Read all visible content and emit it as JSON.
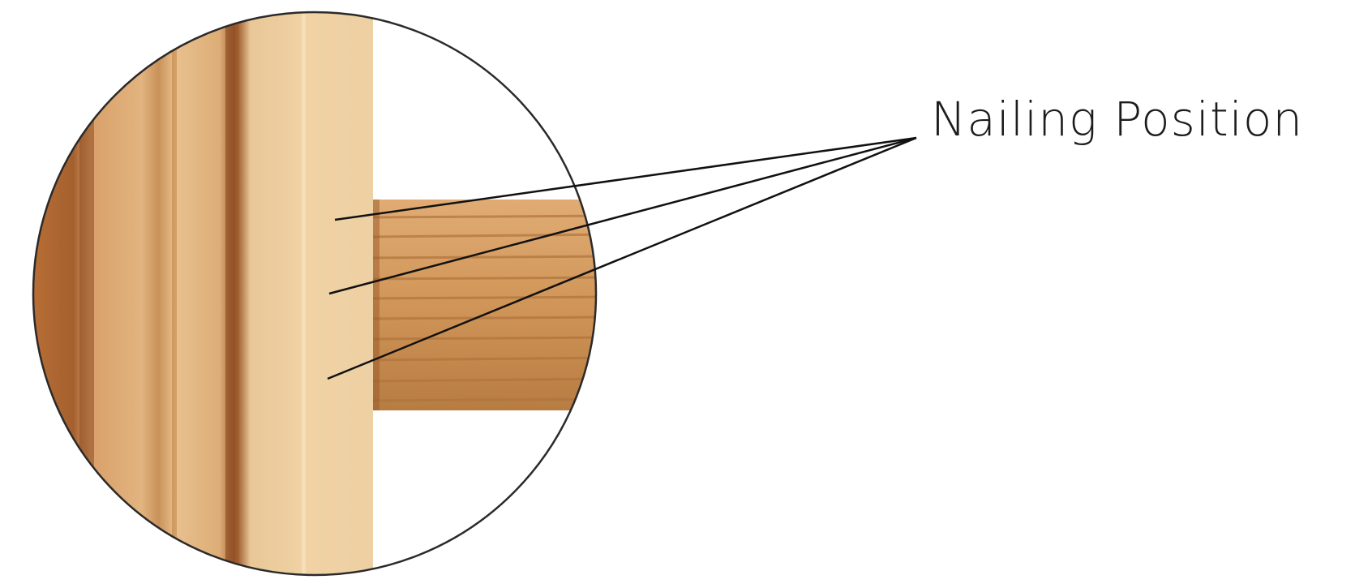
{
  "callout": {
    "label": "Nailing Position",
    "leader_count": 3
  },
  "illustration": {
    "subject": "wood-board-joint-closeup",
    "colors": {
      "vertical_board_light": "#e7c08e",
      "vertical_board_mid": "#d9a873",
      "vertical_board_dark": "#a4602e",
      "horizontal_batten": "#d49a5e",
      "batten_grain": "#b57a44",
      "outline": "#2a2a2a",
      "leader_line": "#111111"
    }
  }
}
